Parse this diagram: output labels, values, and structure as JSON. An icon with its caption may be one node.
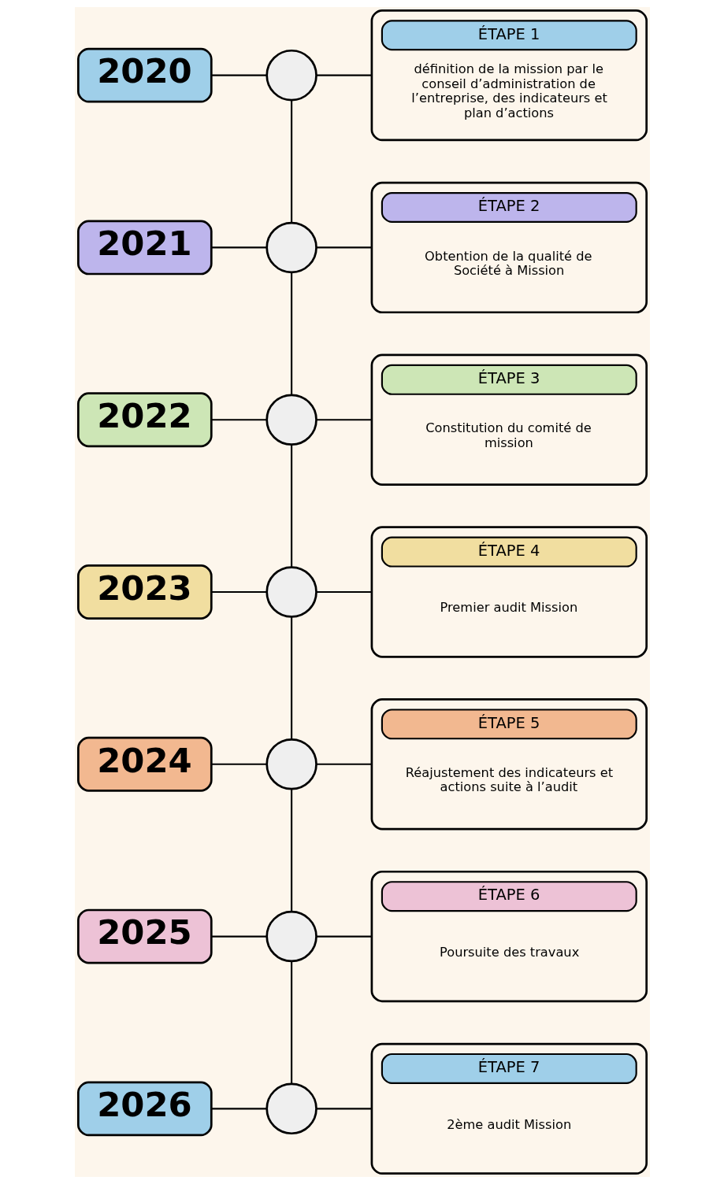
{
  "diagram": {
    "nodes": [
      {
        "text": [
          "2020"
        ]
      },
      {
        "text": [],
        "shape": "circle"
      },
      {
        "text": [
          "ÉTAPE 1",
          "définition de la mission par le conseil d’administration de l’entreprise, des indicateurs et plan d’actions"
        ]
      },
      {
        "text": [
          "2021"
        ]
      },
      {
        "text": [],
        "shape": "circle"
      },
      {
        "text": [
          "ÉTAPE 2",
          "Obtention de la qualité de Société à Mission"
        ]
      },
      {
        "text": [
          "2022"
        ]
      },
      {
        "text": [],
        "shape": "circle"
      },
      {
        "text": [
          "ÉTAPE 3",
          "Constitution du comité de mission"
        ]
      },
      {
        "text": [
          "2023"
        ]
      },
      {
        "text": [],
        "shape": "circle"
      },
      {
        "text": [
          "ÉTAPE 4",
          "Premier audit Mission"
        ]
      },
      {
        "text": [
          "2024"
        ]
      },
      {
        "text": [],
        "shape": "circle"
      },
      {
        "text": [
          "ÉTAPE 5",
          "Réajustement des indicateurs et actions suite à l’audit"
        ]
      },
      {
        "text": [
          "2025"
        ]
      },
      {
        "text": [],
        "shape": "circle"
      },
      {
        "text": [
          "ÉTAPE 6",
          "Poursuite des travaux"
        ]
      },
      {
        "text": [
          "2026"
        ]
      },
      {
        "text": [],
        "shape": "circle"
      },
      {
        "text": [
          "ÉTAPE 7",
          "2ème audit Mission"
        ]
      }
    ],
    "edges": [
      {
        "from": 0,
        "to": 1,
        "arrow": "none"
      },
      {
        "from": 1,
        "to": 2,
        "arrow": "none"
      },
      {
        "from": 3,
        "to": 4,
        "arrow": "none"
      },
      {
        "from": 4,
        "to": 5,
        "arrow": "none"
      },
      {
        "from": 6,
        "to": 7,
        "arrow": "none"
      },
      {
        "from": 7,
        "to": 8,
        "arrow": "none"
      },
      {
        "from": 9,
        "to": 10,
        "arrow": "none"
      },
      {
        "from": 10,
        "to": 11,
        "arrow": "none"
      },
      {
        "from": 12,
        "to": 13,
        "arrow": "none"
      },
      {
        "from": 13,
        "to": 14,
        "arrow": "none"
      },
      {
        "from": 15,
        "to": 16,
        "arrow": "none"
      },
      {
        "from": 16,
        "to": 17,
        "arrow": "none"
      },
      {
        "from": 18,
        "to": 19,
        "arrow": "none"
      },
      {
        "from": 19,
        "to": 20,
        "arrow": "none"
      },
      {
        "from": 1,
        "to": 4,
        "arrow": "none"
      },
      {
        "from": 4,
        "to": 7,
        "arrow": "none"
      },
      {
        "from": 7,
        "to": 10,
        "arrow": "none"
      },
      {
        "from": 10,
        "to": 13,
        "arrow": "none"
      },
      {
        "from": 13,
        "to": 16,
        "arrow": "none"
      },
      {
        "from": 16,
        "to": 19,
        "arrow": "none"
      }
    ]
  }
}
